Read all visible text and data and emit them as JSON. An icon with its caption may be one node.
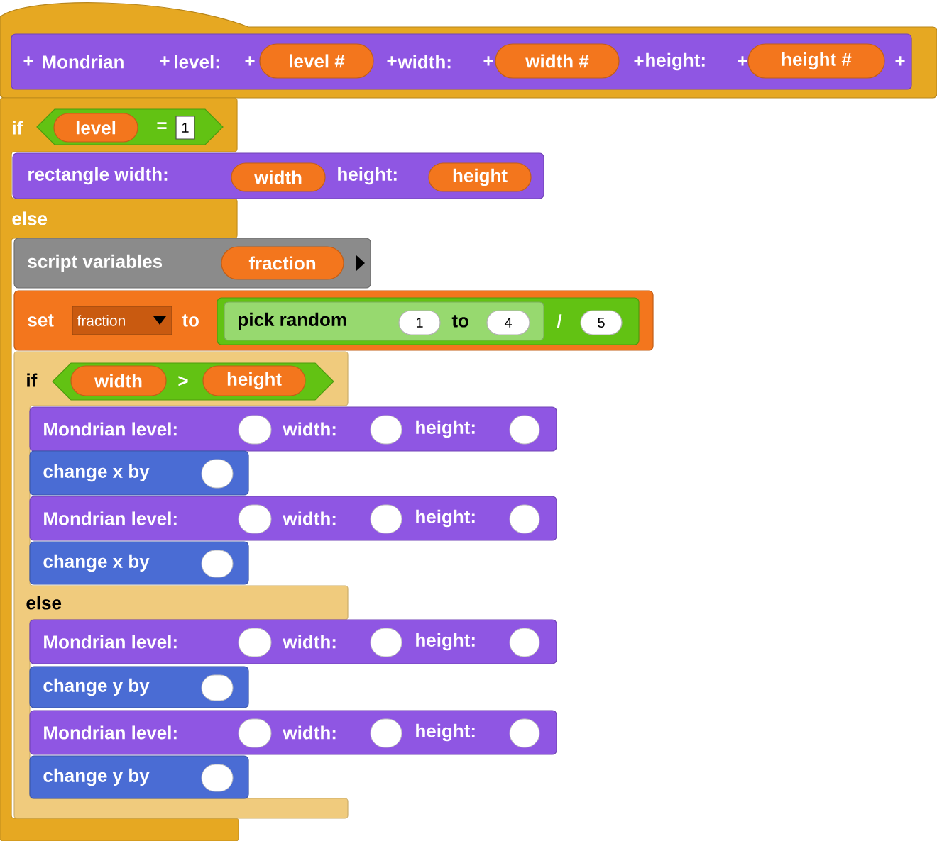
{
  "diagram": {
    "nodes": [
      {
        "text": [],
        "shape": "box"
      },
      {
        "text": [
          "+",
          "Mondrian",
          "+",
          "level:",
          "+",
          "+",
          "width:",
          "+",
          "+",
          "height:",
          "+",
          "+"
        ],
        "in": 0
      },
      {
        "text": [
          "level #"
        ],
        "in": 1
      },
      {
        "text": [
          "width #"
        ],
        "in": 1
      },
      {
        "text": [
          "height #"
        ],
        "in": 1
      },
      {
        "text": [
          "if",
          "else"
        ]
      },
      {
        "text": [
          "="
        ],
        "in": 5
      },
      {
        "text": [
          "level"
        ],
        "in": 6
      },
      {
        "text": [
          "1"
        ],
        "in": 6
      },
      {
        "text": [
          "rectangle width:",
          "height:"
        ]
      },
      {
        "text": [
          "width"
        ],
        "in": 9
      },
      {
        "text": [
          "height"
        ],
        "in": 9
      },
      {
        "text": [
          "script variables"
        ]
      },
      {
        "text": [
          "fraction"
        ],
        "in": 12
      },
      {
        "text": [
          "set",
          "to"
        ]
      },
      {
        "text": [
          "fraction"
        ],
        "in": 14
      },
      {
        "text": [
          "/"
        ],
        "in": 14
      },
      {
        "text": [
          "pick random",
          "to"
        ],
        "in": 16
      },
      {
        "text": [
          "1"
        ],
        "in": 17
      },
      {
        "text": [
          "4"
        ],
        "in": 17
      },
      {
        "text": [
          "5"
        ],
        "in": 16
      },
      {
        "text": [
          "if",
          "else"
        ]
      },
      {
        "text": [
          ">"
        ],
        "in": 21
      },
      {
        "text": [
          "width"
        ],
        "in": 22
      },
      {
        "text": [
          "height"
        ],
        "in": 22
      },
      {
        "text": [
          "Mondrian level:",
          "width:",
          "height:"
        ]
      },
      {
        "text": [],
        "shape": "circle",
        "in": 25
      },
      {
        "text": [],
        "shape": "circle",
        "in": 25
      },
      {
        "text": [],
        "shape": "circle",
        "in": 25
      },
      {
        "text": [
          "change x by"
        ],
        "in": 21
      },
      {
        "text": [],
        "shape": "circle",
        "in": 29
      },
      {
        "text": [
          "Mondrian level:",
          "width:",
          "height:"
        ]
      },
      {
        "text": [],
        "shape": "circle",
        "in": 31
      },
      {
        "text": [],
        "shape": "circle",
        "in": 31
      },
      {
        "text": [],
        "shape": "circle",
        "in": 31
      },
      {
        "text": [
          "change x by"
        ],
        "in": 21
      },
      {
        "text": [],
        "shape": "circle",
        "in": 35
      },
      {
        "text": [
          "Mondrian level:",
          "width:",
          "height:"
        ]
      },
      {
        "text": [],
        "shape": "circle",
        "in": 37
      },
      {
        "text": [],
        "shape": "circle",
        "in": 37
      },
      {
        "text": [],
        "shape": "circle",
        "in": 37
      },
      {
        "text": [
          "change y by"
        ],
        "in": 21
      },
      {
        "text": [],
        "shape": "circle",
        "in": 41
      },
      {
        "text": [
          "Mondrian level:",
          "width:",
          "height:"
        ]
      },
      {
        "text": [],
        "shape": "circle",
        "in": 43
      },
      {
        "text": [],
        "shape": "circle",
        "in": 43
      },
      {
        "text": [],
        "shape": "circle",
        "in": 43
      },
      {
        "text": [
          "change y by"
        ],
        "in": 21
      },
      {
        "text": [],
        "shape": "circle",
        "in": 47
      }
    ]
  }
}
